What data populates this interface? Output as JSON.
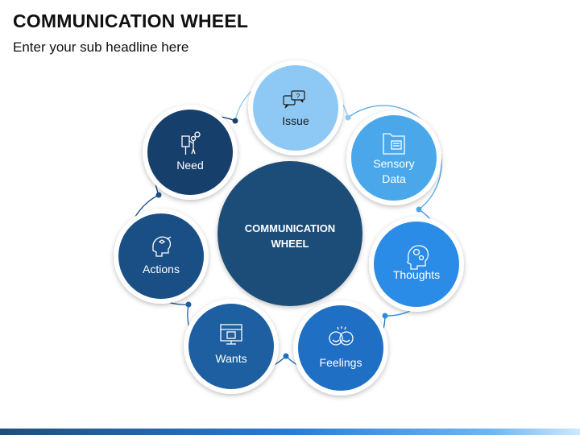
{
  "header": {
    "title": "COMMUNICATION WHEEL",
    "subtitle": "Enter your sub headline here"
  },
  "center": {
    "line1": "COMMUNICATION",
    "line2": "WHEEL",
    "color": "#1f4e79"
  },
  "nodes": [
    {
      "id": "issue",
      "line1": "Issue",
      "line2": "",
      "icon": "chat-question-icon",
      "color": "#8ec9f5",
      "text_color": "#1a1a1a"
    },
    {
      "id": "sensory",
      "line1": "Sensory",
      "line2": "Data",
      "icon": "folder-icon",
      "color": "#4aa8ea",
      "text_color": "#ffffff"
    },
    {
      "id": "thoughts",
      "line1": "Thoughts",
      "line2": "",
      "icon": "head-gears-icon",
      "color": "#2a8ce6",
      "text_color": "#ffffff"
    },
    {
      "id": "feelings",
      "line1": "Feelings",
      "line2": "",
      "icon": "smiley-faces-icon",
      "color": "#1f6fc4",
      "text_color": "#ffffff"
    },
    {
      "id": "wants",
      "line1": "Wants",
      "line2": "",
      "icon": "monitor-want-icon",
      "color": "#1d5fa0",
      "text_color": "#ffffff"
    },
    {
      "id": "actions",
      "line1": "Actions",
      "line2": "",
      "icon": "head-idea-icon",
      "color": "#1a4f86",
      "text_color": "#ffffff"
    },
    {
      "id": "need",
      "line1": "Need",
      "line2": "",
      "icon": "person-presentation-icon",
      "color": "#173f6b",
      "text_color": "#ffffff"
    }
  ]
}
